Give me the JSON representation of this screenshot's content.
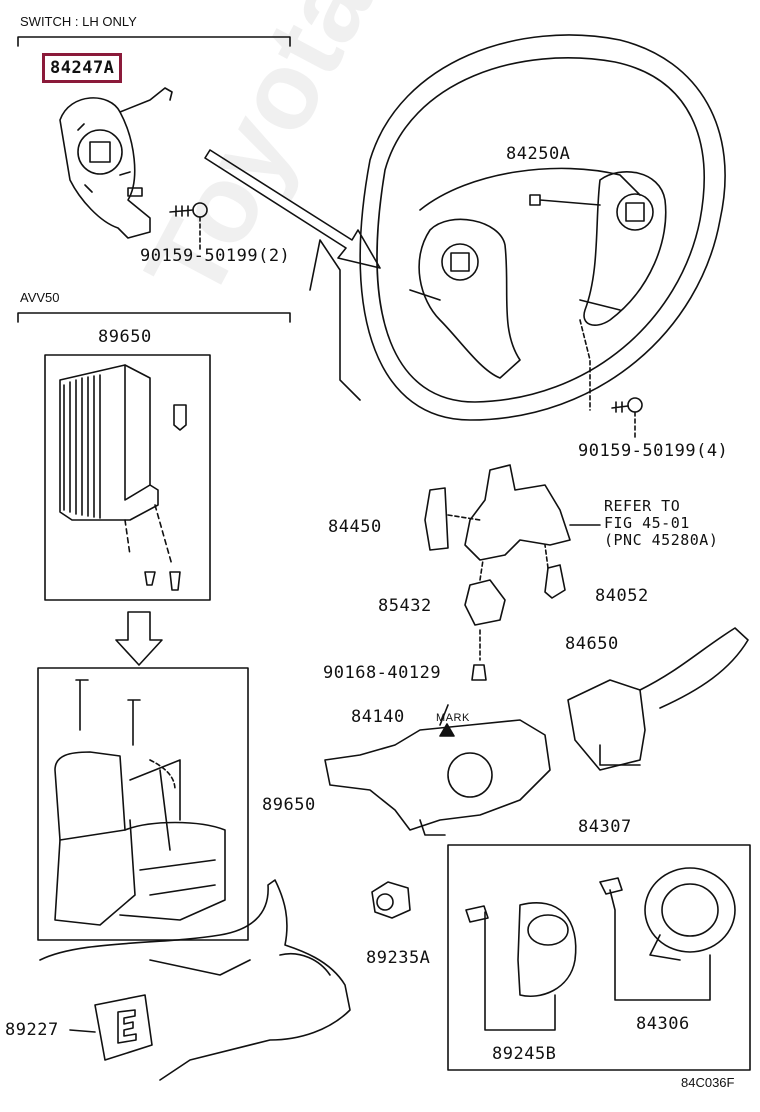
{
  "sections": {
    "switch_title": "SWITCH :  LH ONLY",
    "avv_title": "AVV50"
  },
  "parts": {
    "p84247A": "84247A",
    "p90159_2": "90159-50199(2)",
    "p84250A": "84250A",
    "p90159_4": "90159-50199(4)",
    "p89650_top": "89650",
    "p89650_mid": "89650",
    "p84450": "84450",
    "p85432": "85432",
    "p84052": "84052",
    "p90168": "90168-40129",
    "p84650": "84650",
    "p84140": "84140",
    "p84307": "84307",
    "p89235A": "89235A",
    "p89227": "89227",
    "p84306": "84306",
    "p89245B": "89245B"
  },
  "refer": {
    "line1": "REFER TO",
    "line2": "FIG 45-01",
    "line3": "(PNC 45280A)"
  },
  "mark_label": "MARK",
  "figure_code": "84C036F",
  "watermark": "ToyotaCarMiner.ru",
  "colors": {
    "highlight": "#8b1a3a",
    "ink": "#111111"
  }
}
